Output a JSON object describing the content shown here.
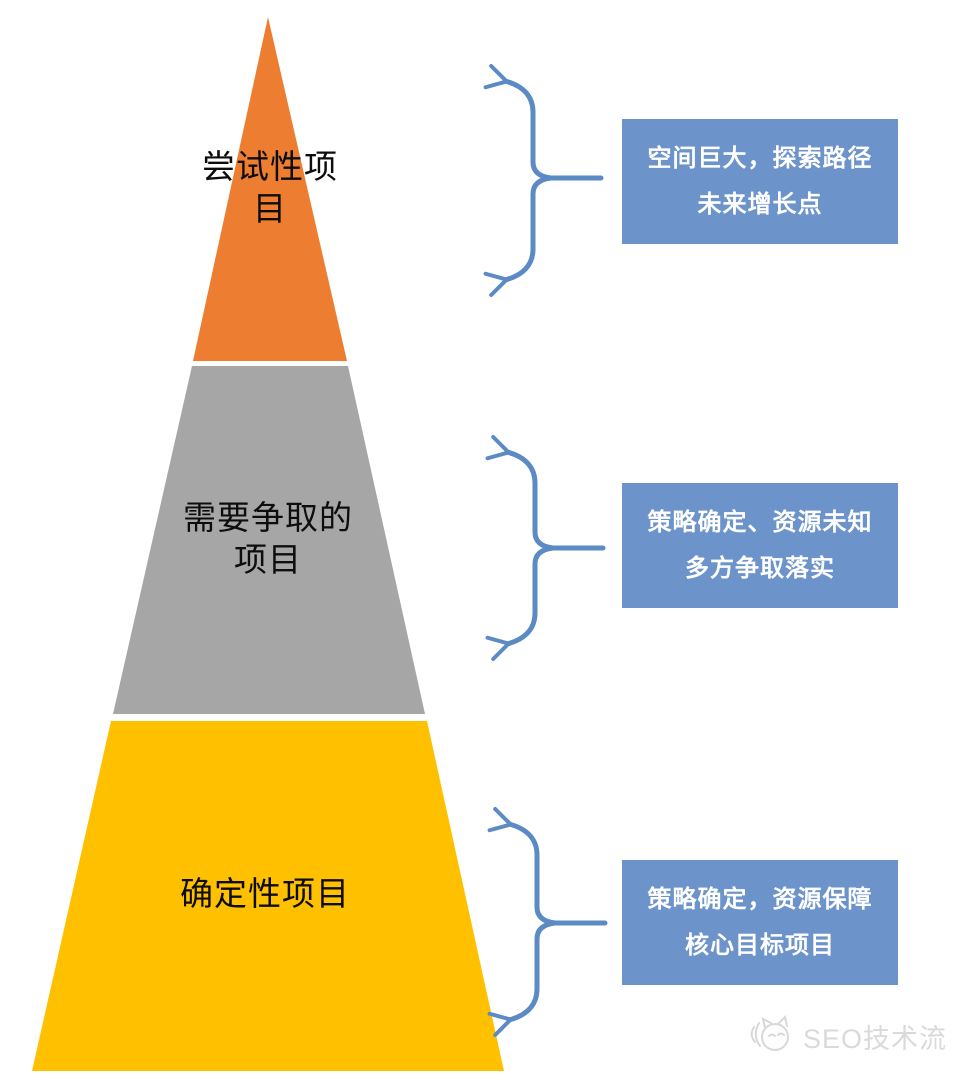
{
  "colors": {
    "tier_trial": "#ED7D31",
    "tier_strive": "#A6A6A6",
    "tier_certain": "#FFC000",
    "annotation_box": "#6D93CB",
    "bracket": "#5B8AC4",
    "label_text": "#0D0D0D",
    "box_text": "#FFFFFF",
    "watermark": "#D9DADB"
  },
  "pyramid": {
    "tiers": [
      {
        "name": "trial-projects",
        "label": "尝试性项目",
        "lines": [
          "尝试性项",
          "目"
        ]
      },
      {
        "name": "strive-projects",
        "label": "需要争取的项目",
        "lines": [
          "需要争取的",
          "项目"
        ]
      },
      {
        "name": "certain-projects",
        "label": "确定性项目",
        "lines": [
          "确定性项目"
        ]
      }
    ]
  },
  "annotations": [
    {
      "target": "trial-projects",
      "lines": [
        "空间巨大，探索路径",
        "未来增长点"
      ]
    },
    {
      "target": "strive-projects",
      "lines": [
        "策略确定、资源未知",
        "多方争取落实"
      ]
    },
    {
      "target": "certain-projects",
      "lines": [
        "策略确定，资源保障",
        "核心目标项目"
      ]
    }
  ],
  "watermark": {
    "text": "SEO技术流",
    "icon": "cat-logo"
  }
}
